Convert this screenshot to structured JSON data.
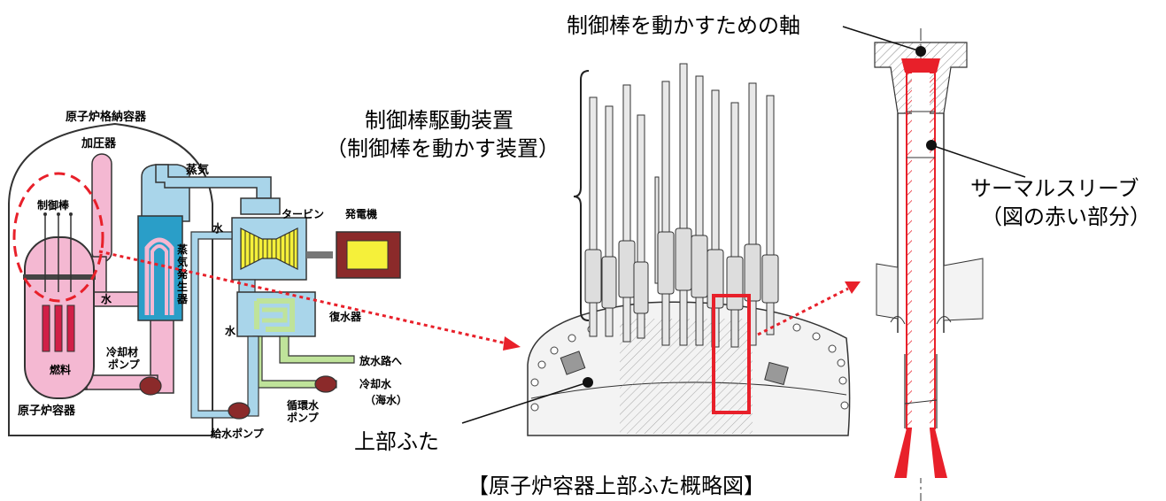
{
  "title": "【原子炉容器上部ふた概略図】",
  "plant": {
    "containment": "原子炉格納容器",
    "pressurizer": "加圧器",
    "control_rod": "制御棒",
    "fuel": "燃料",
    "reactor_vessel": "原子炉容器",
    "steam": "蒸気",
    "water_top": "水",
    "water_mid": "水",
    "water_left": "水",
    "steam_generator": [
      "蒸",
      "気",
      "発",
      "生",
      "器"
    ],
    "turbine": "タービン",
    "generator": "発電機",
    "condenser": "復水器",
    "coolant_pump": [
      "冷却材",
      "ポンプ"
    ],
    "feed_pump": "給水ポンプ",
    "circ_pump": [
      "循環水",
      "ポンプ"
    ],
    "discharge": "放水路へ",
    "cooling_water": [
      "冷却水",
      "（海水）"
    ]
  },
  "lid": {
    "cr_drive": [
      "制御棒駆動装置",
      "（制御棒を動かす装置）"
    ],
    "upper_lid": "上部ふた"
  },
  "sleeve": {
    "shaft": "制御棒を動かすための軸",
    "thermal_sleeve": [
      "サーマルスリーブ",
      "（図の赤い部分）"
    ]
  },
  "colors": {
    "pink": "#f4b8d2",
    "blue": "#a9d5ea",
    "dark_blue": "#2a9ec8",
    "red": "#e8202a",
    "green": "#bfe39a",
    "yellow": "#f5f03a"
  }
}
